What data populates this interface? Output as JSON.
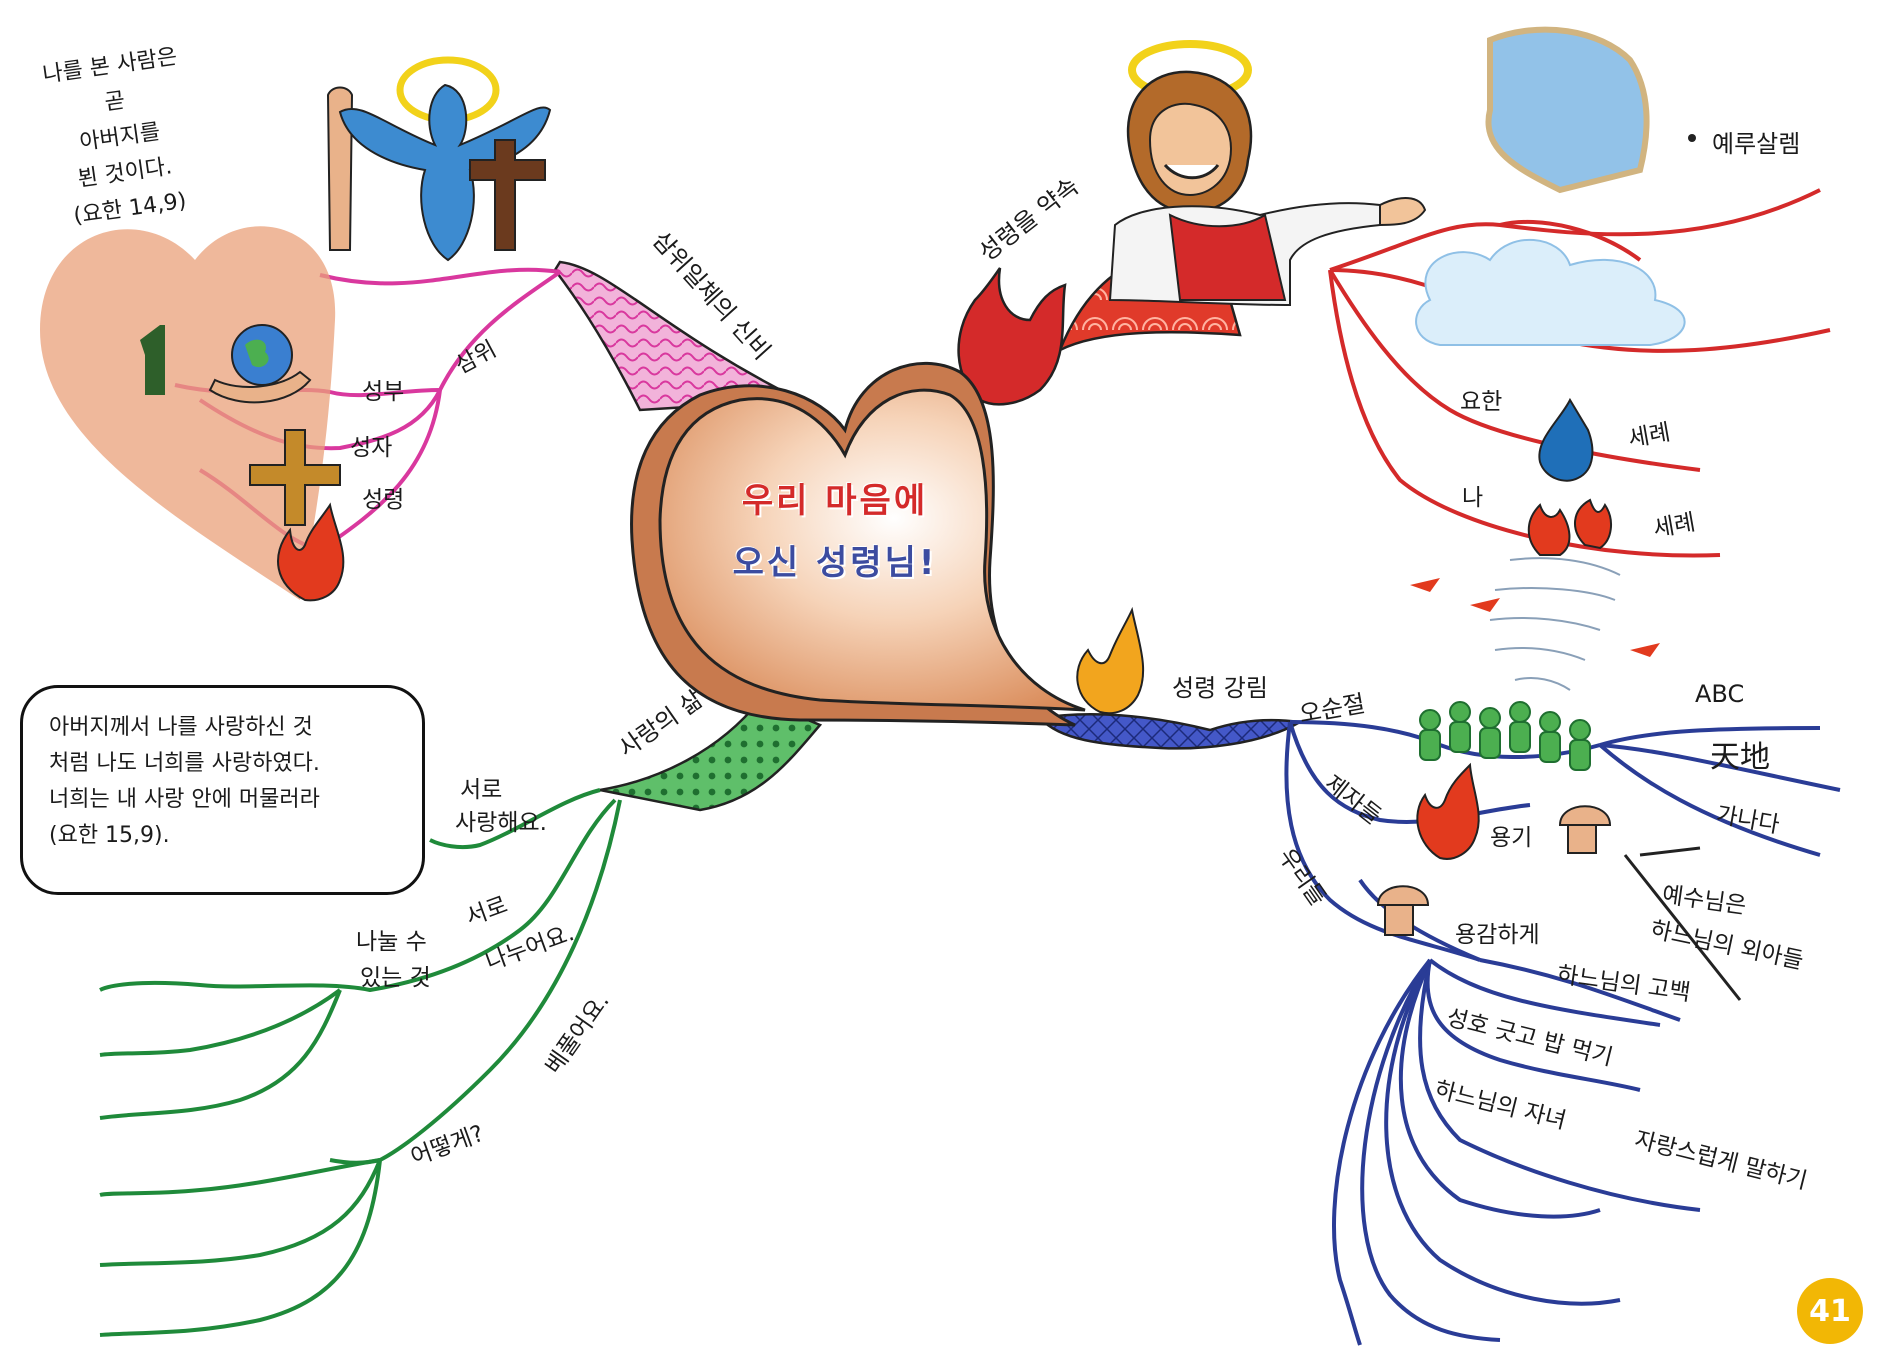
{
  "center": {
    "line1": "우리 마음에",
    "line2": "오신 성령님!"
  },
  "colors": {
    "pink": "#d9389e",
    "red": "#d42a2a",
    "blue": "#2a3c96",
    "green": "#1f8a3a",
    "heart": "#e9a07a",
    "flame": "#e23a1e",
    "badge": "#f2b705"
  },
  "note_left": [
    "나를 본 사람은",
    "곧",
    "아버지를",
    "뵌 것이다.",
    "(요한 14,9)"
  ],
  "quote_box": [
    "아버지께서 나를 사랑하신 것",
    "처럼 나도 너희를 사랑하였다.",
    "너희는 내 사랑 안에 머물러라",
    "(요한 15,9)."
  ],
  "pink_branch": {
    "main": "삼위일체의 신비",
    "sub": "삼위",
    "items": [
      "성부",
      "성자",
      "성령"
    ]
  },
  "red_branch": {
    "main": "성령을 약속",
    "place": "예루살렘",
    "items": [
      {
        "who": "요한",
        "what": "세례"
      },
      {
        "who": "나",
        "what": "세례"
      }
    ]
  },
  "blue_branch": {
    "main": "성령 강림",
    "pentecost": "오순절",
    "languages": [
      "ABC",
      "天地",
      "가나다"
    ],
    "disciples": "제자들",
    "courage": "용기",
    "we": "우리들",
    "bravely": "용감하게",
    "confession_a": "예수님은",
    "confession_b": "하느님의 외아들",
    "confession": "하느님의 고백",
    "sign_cross": "성호 긋고 밥 먹기",
    "child": "하느님의 자녀",
    "proud": "자랑스럽게 말하기"
  },
  "green_branch": {
    "main": "사랑의 삶",
    "love_a": "서로",
    "love_b": "사랑해요.",
    "share_a": "서로",
    "share_b": "나누어요.",
    "shareable_a": "나눌 수",
    "shareable_b": "있는 것",
    "give": "베풀어요.",
    "how": "어떻게?"
  },
  "icons": [
    "heart-shape-icon",
    "earth-icon",
    "hand-icon",
    "cross-icon",
    "flame-icon",
    "dove-icon",
    "halo-jesus-figure",
    "map-icon",
    "water-drop-icon",
    "tornado-icon",
    "crowd-icon",
    "fist-icon",
    "number-one-icon"
  ],
  "page_number": "41"
}
